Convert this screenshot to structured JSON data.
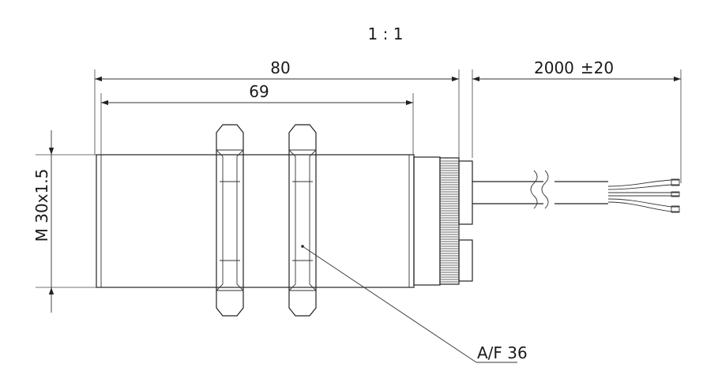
{
  "scale_label": "1 : 1",
  "dimensions": {
    "overall_length": "80",
    "thread_length": "69",
    "cable_length": "2000",
    "cable_tolerance": "±20",
    "thread_spec": "M 30x1.5",
    "wrench_size": "A/F 36"
  },
  "colors": {
    "line": "#222222",
    "background": "#ffffff"
  }
}
